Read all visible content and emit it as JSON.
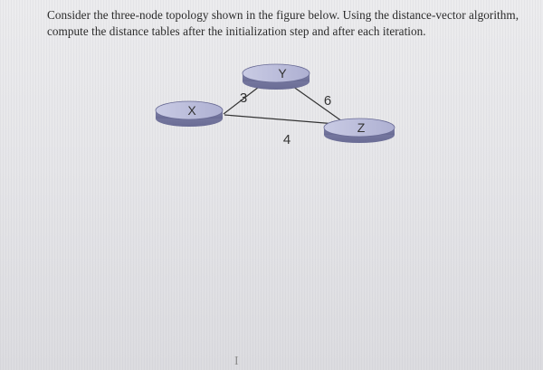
{
  "question": {
    "text": "Consider the three-node topology shown in the figure below. Using the distance-vector algorithm, compute the distance tables after the initialization step and after each iteration."
  },
  "topology": {
    "nodes": {
      "x": {
        "label": "X"
      },
      "y": {
        "label": "Y"
      },
      "z": {
        "label": "Z"
      }
    },
    "links": {
      "xy": {
        "cost": "3"
      },
      "yz": {
        "cost": "6"
      },
      "xz": {
        "cost": "4"
      }
    }
  },
  "cursor": {
    "glyph": "I"
  }
}
